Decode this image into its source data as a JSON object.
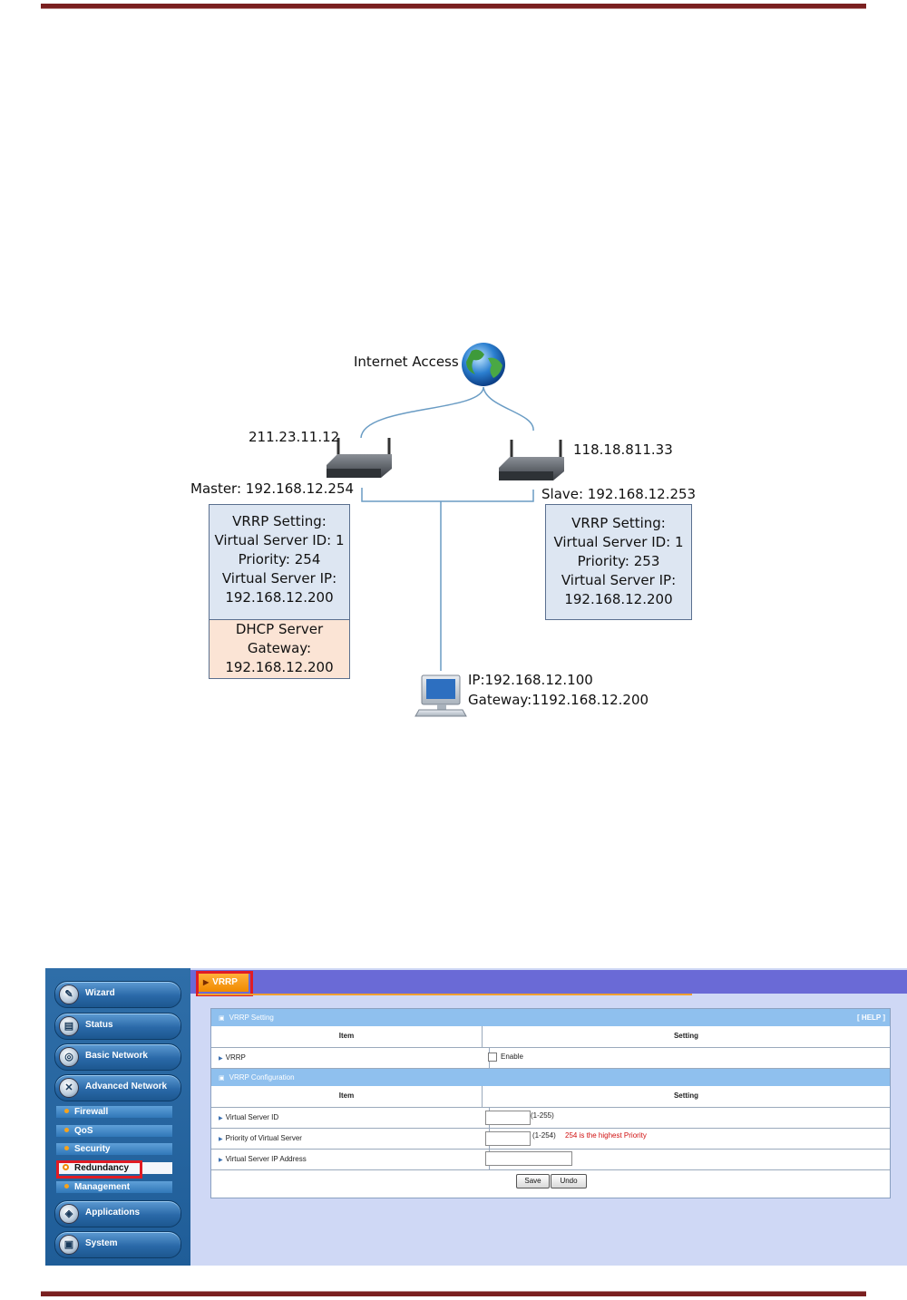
{
  "diagram": {
    "internet_label": "Internet Access",
    "master_wan_ip": "211.23.11.12",
    "slave_wan_ip": "118.18.811.33",
    "master_label": "Master: 192.168.12.254",
    "slave_label": "Slave: 192.168.12.253",
    "master_box": [
      "VRRP Setting:",
      "Virtual Server ID: 1",
      "Priority: 254",
      "Virtual Server IP:",
      "192.168.12.200"
    ],
    "dhcp_box": [
      "DHCP Server",
      "Gateway:",
      "192.168.12.200"
    ],
    "slave_box": [
      "VRRP Setting:",
      "Virtual Server ID: 1",
      "Priority: 253",
      "Virtual Server IP:",
      "192.168.12.200"
    ],
    "client_ip": "IP:192.168.12.100",
    "client_gateway": "Gateway:1192.168.12.200"
  },
  "sidebar": {
    "nav": [
      {
        "label": "Wizard",
        "icon": "wand-icon"
      },
      {
        "label": "Status",
        "icon": "status-chart-icon"
      },
      {
        "label": "Basic Network",
        "icon": "network-globe-icon"
      },
      {
        "label": "Advanced Network",
        "icon": "tools-icon"
      }
    ],
    "subitems": [
      "Firewall",
      "QoS",
      "Security",
      "Redundancy",
      "Management"
    ],
    "active_subitem": "Redundancy",
    "bottom_nav": [
      {
        "label": "Applications",
        "icon": "applications-icon"
      },
      {
        "label": "System",
        "icon": "system-icon"
      }
    ]
  },
  "main": {
    "tab": "VRRP",
    "vrrp_setting": {
      "title": "VRRP Setting",
      "help": "[ HELP ]",
      "col_item": "Item",
      "col_setting": "Setting",
      "vrrp_label": "VRRP",
      "enable_label": "Enable",
      "enabled": false
    },
    "vrrp_config": {
      "title": "VRRP Configuration",
      "col_item": "Item",
      "col_setting": "Setting",
      "rows": [
        {
          "label": "Virtual Server ID",
          "value": "",
          "hint": "(1-255)",
          "note": ""
        },
        {
          "label": "Priority of Virtual Server",
          "value": "",
          "hint": "(1-254)",
          "note": "254 is the highest Priority"
        },
        {
          "label": "Virtual Server IP Address",
          "value": "",
          "hint": "",
          "note": ""
        }
      ]
    },
    "buttons": {
      "save": "Save",
      "undo": "Undo"
    }
  },
  "colors": {
    "rule": "#7a1f1f",
    "sidebar_bg": "#1f5d98",
    "title_bar": "#6a6ad6",
    "tab_orange": "#f08a00",
    "section_blue": "#8fc0ee",
    "highlight_red": "#e01b24"
  }
}
